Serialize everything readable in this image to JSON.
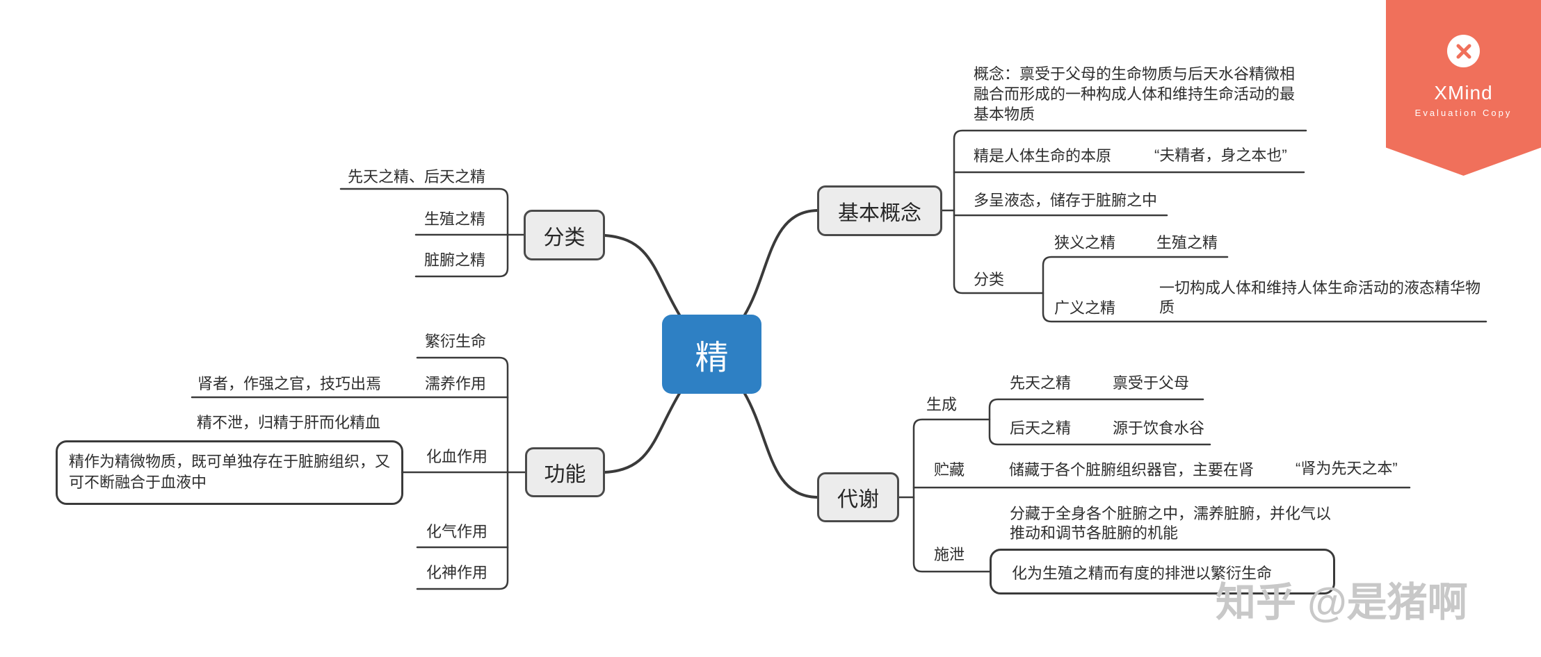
{
  "root": {
    "label": "精"
  },
  "left": {
    "classification": {
      "label": "分类",
      "innate_acquired": "先天之精、后天之精",
      "reproductive": "生殖之精",
      "zangfu": "脏腑之精"
    },
    "functions": {
      "label": "功能",
      "reproduce": "繁衍生命",
      "nourish": "濡养作用",
      "nourish_note": "肾者，作强之官，技巧出焉",
      "blood": "化血作用",
      "blood_note": "精不泄，归精于肝而化精血",
      "blood_box_line1": "精作为精微物质，既可单独存在于脏腑组织，又",
      "blood_box_line2": "可不断融合于血液中",
      "qi": "化气作用",
      "spirit": "化神作用"
    }
  },
  "right": {
    "basic_concept": {
      "label": "基本概念",
      "definition_line1": "概念：禀受于父母的生命物质与后天水谷精微相",
      "definition_line2": "融合而形成的一种构成人体和维持生命活动的最",
      "definition_line3": "基本物质",
      "origin": "精是人体生命的本原",
      "origin_quote": "“夫精者，身之本也”",
      "liquid": "多呈液态，储存于脏腑之中",
      "classification_label": "分类",
      "narrow": "狭义之精",
      "narrow_note": "生殖之精",
      "broad": "广义之精",
      "broad_note_line1": "一切构成人体和维持人体生命活动的液态精华物",
      "broad_note_line2": "质"
    },
    "metabolism": {
      "label": "代谢",
      "generation": "生成",
      "innate": "先天之精",
      "innate_note": "禀受于父母",
      "acquired": "后天之精",
      "acquired_note": "源于饮食水谷",
      "storage": "贮藏",
      "storage_note": "储藏于各个脏腑组织器官，主要在肾",
      "storage_quote": "“肾为先天之本”",
      "excretion": "施泄",
      "excretion_note1_line1": "分藏于全身各个脏腑之中，濡养脏腑，并化气以",
      "excretion_note1_line2": "推动和调节各脏腑的机能",
      "excretion_note2": "化为生殖之精而有度的排泄以繁衍生命"
    }
  },
  "badge": {
    "brand": "XMind",
    "subtitle": "Evaluation Copy"
  },
  "watermark": "知乎 @是猪啊",
  "colors": {
    "root_fill": "#2E80C4",
    "node_fill": "#ECECEC",
    "line": "#3A3A3A",
    "badge": "#F0705B",
    "watermark": "#C8C8C8"
  }
}
